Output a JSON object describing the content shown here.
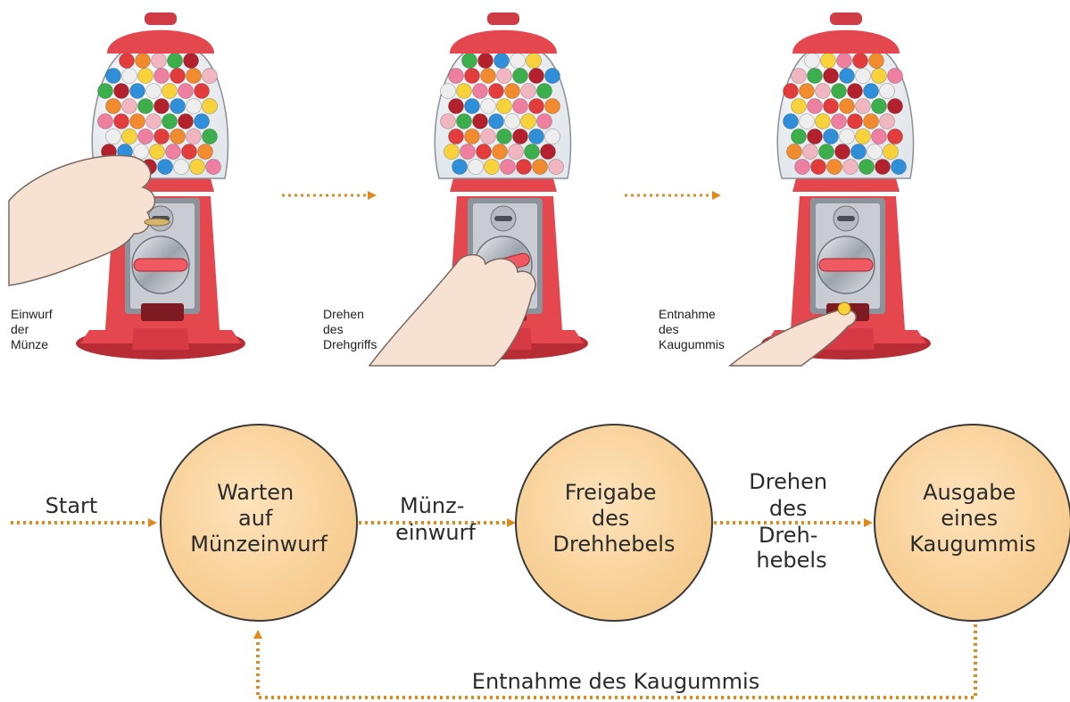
{
  "illustrations": [
    {
      "caption": [
        "Einwurf",
        "der",
        "Münze"
      ]
    },
    {
      "caption": [
        "Drehen",
        "des",
        "Drehgriffs"
      ]
    },
    {
      "caption": [
        "Entnahme",
        "des",
        "Kaugummis"
      ]
    }
  ],
  "diagram": {
    "states": [
      {
        "lines": [
          "Warten",
          "auf",
          "Münzeinwurf"
        ]
      },
      {
        "lines": [
          "Freigabe",
          "des",
          "Drehhebels"
        ]
      },
      {
        "lines": [
          "Ausgabe",
          "eines",
          "Kaugummis"
        ]
      }
    ],
    "start_label": "Start",
    "transitions": [
      {
        "lines": [
          "Münz-",
          "einwurf"
        ]
      },
      {
        "lines": [
          "Drehen",
          "des",
          "Dreh-",
          "hebels"
        ]
      }
    ],
    "return_label": "Entnahme des Kaugummis"
  },
  "colors": {
    "arrow": "#e08a1e",
    "node_fill": "#fbd9a6",
    "node_stroke": "#3a3a3a",
    "machine_red": "#e5474f",
    "machine_red_dark": "#b82c36",
    "globe_glass": "#e9eef3",
    "metal": "#b8bcc3",
    "skin": "#f6e1d3"
  },
  "gumball_colors": [
    "#e23c3c",
    "#f7d23a",
    "#2f8fd8",
    "#3cae4c",
    "#f28a2e",
    "#ef7fa0",
    "#eeeeee",
    "#b3222c",
    "#f2b6c0"
  ]
}
